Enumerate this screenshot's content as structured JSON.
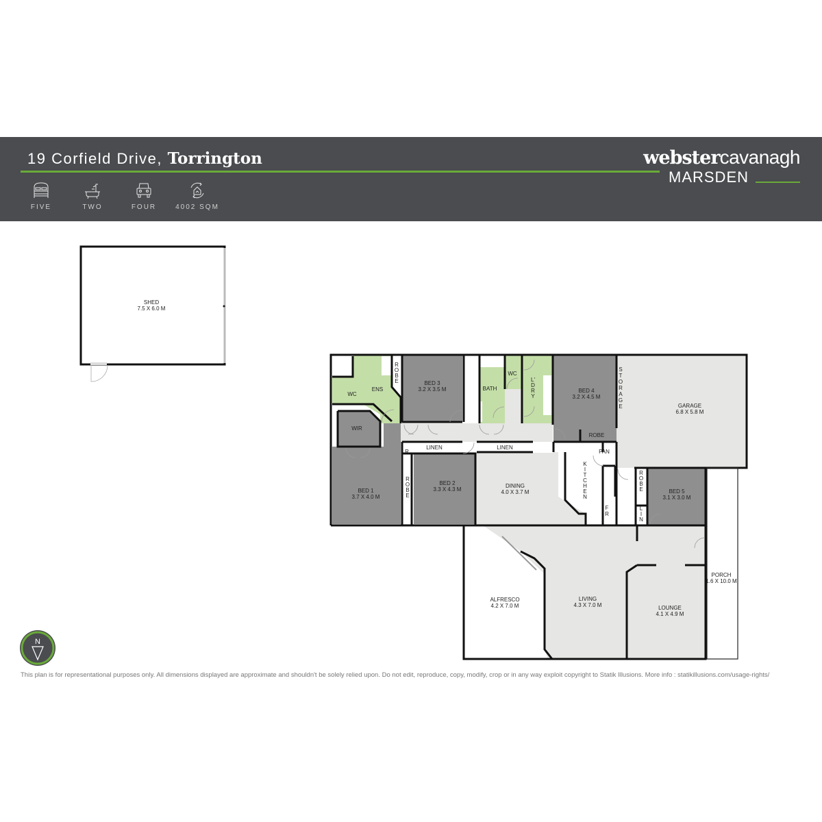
{
  "header": {
    "address": "19 Corfield Drive,",
    "suburb": "Torrington",
    "brand_main": "webster",
    "brand_secondary": "cavanagh",
    "brand_office": "MARSDEN",
    "accent_color": "#6aaa3a",
    "banner_color": "#4a4c4f"
  },
  "features": [
    {
      "icon": "bed-icon",
      "label": "FIVE"
    },
    {
      "icon": "bath-icon",
      "label": "TWO"
    },
    {
      "icon": "car-icon",
      "label": "FOUR"
    },
    {
      "icon": "land-area-icon",
      "label": "4002 SQM"
    }
  ],
  "plan": {
    "shed": {
      "name": "SHED",
      "dims": "7.5 X 6.0 M"
    },
    "rooms": {
      "ens": {
        "name": "ENS"
      },
      "wc1": {
        "name": "WC"
      },
      "robe1": {
        "name": "ROBE"
      },
      "bed3": {
        "name": "BED 3",
        "dims": "3.2 X 3.5 M"
      },
      "bath": {
        "name": "BATH"
      },
      "wc2": {
        "name": "WC"
      },
      "laundry": {
        "name": "L'DRY"
      },
      "bed4": {
        "name": "BED 4",
        "dims": "3.2 X 4.5 M"
      },
      "storage": {
        "name": "STORAGE"
      },
      "garage": {
        "name": "GARAGE",
        "dims": "6.8 X 5.8 M"
      },
      "wir": {
        "name": "WIR"
      },
      "robe_r": {
        "name": "R"
      },
      "linen1": {
        "name": "LINEN"
      },
      "linen2": {
        "name": "LINEN"
      },
      "robe4": {
        "name": "ROBE"
      },
      "pantry": {
        "name": "PAN"
      },
      "kitchen": {
        "name": "KITCHEN"
      },
      "fridge": {
        "name": "FR"
      },
      "bed1": {
        "name": "BED 1",
        "dims": "3.7 X 4.0 M"
      },
      "robe2": {
        "name": "ROBE"
      },
      "bed2": {
        "name": "BED 2",
        "dims": "3.3 X 4.3 M"
      },
      "dining": {
        "name": "DINING",
        "dims": "4.0 X 3.7 M"
      },
      "robe5": {
        "name": "ROBE"
      },
      "lin": {
        "name": "LIN"
      },
      "bed5": {
        "name": "BED 5",
        "dims": "3.1 X 3.0 M"
      },
      "alfresco": {
        "name": "ALFRESCO",
        "dims": "4.2 X 7.0 M"
      },
      "living": {
        "name": "LIVING",
        "dims": "4.3 X 7.0 M"
      },
      "lounge": {
        "name": "LOUNGE",
        "dims": "4.1 X 4.9 M"
      },
      "porch": {
        "name": "PORCH",
        "dims": "1.6 X 10.0 M"
      }
    },
    "colors": {
      "bedroom": "#8f8f8f",
      "wet": "#c4dea8",
      "living": "#e6e6e4",
      "wall": "#111111"
    }
  },
  "compass": {
    "label": "N"
  },
  "disclaimer": "This plan is for representational purposes only. All dimensions displayed are approximate and shouldn't be solely relied upon. Do not edit, reproduce, copy, modify, crop or in any way exploit copyright to Statik Illusions. More info : statikillusions.com/usage-rights/"
}
